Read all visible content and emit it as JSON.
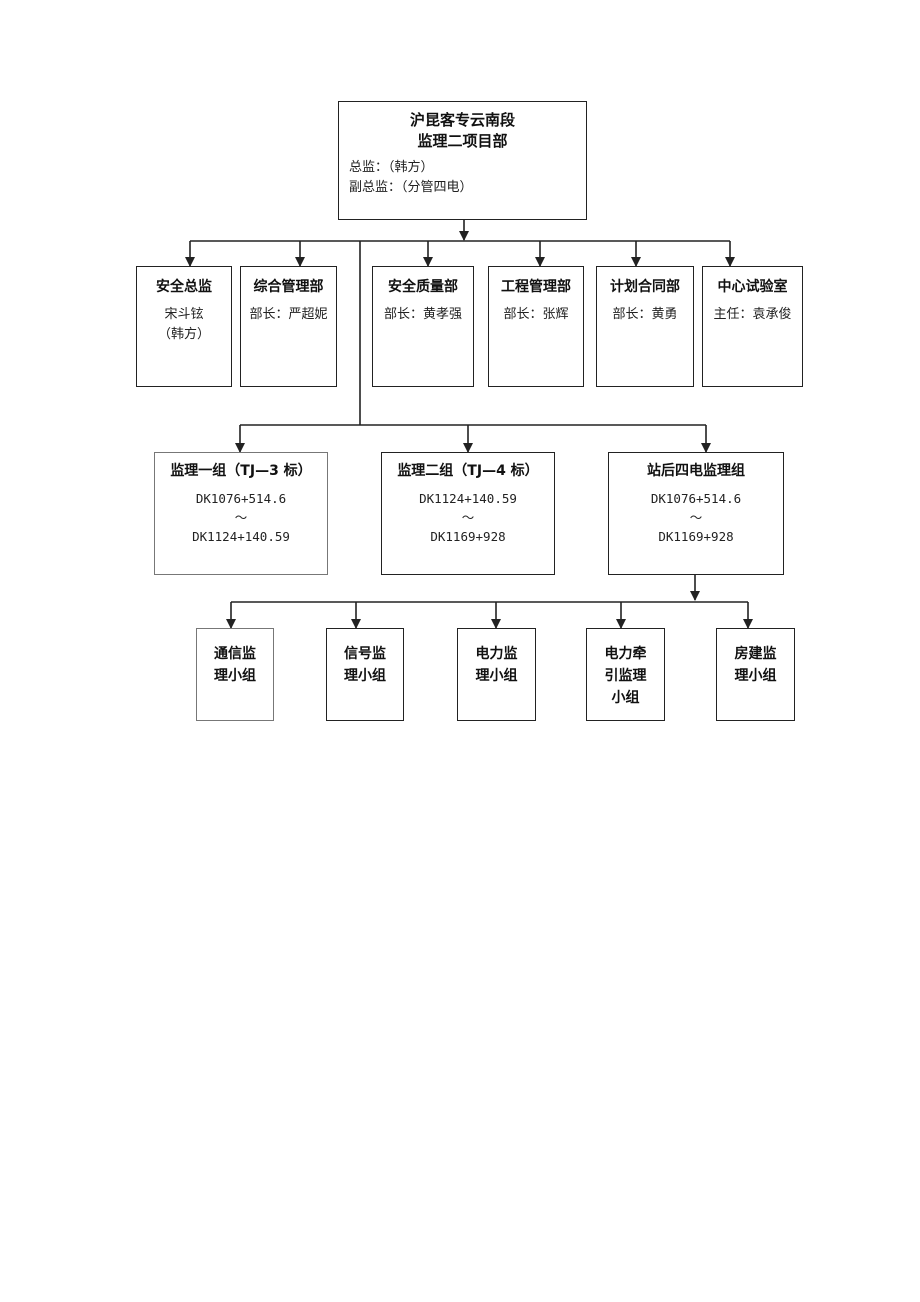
{
  "root": {
    "title_line1": "沪昆客专云南段",
    "title_line2": "监理二项目部",
    "chief": "总监：（韩方）",
    "deputy": "副总监：（分管四电）"
  },
  "departments": [
    {
      "title": "安全总监",
      "line1": "宋斗铉",
      "line2": "（韩方）"
    },
    {
      "title": "综合管理部",
      "line1": "部长：严超妮"
    },
    {
      "title": "安全质量部",
      "line1": "部长：黄孝强"
    },
    {
      "title": "工程管理部",
      "line1": "部长：张辉"
    },
    {
      "title": "计划合同部",
      "line1": "部长：黄勇"
    },
    {
      "title": "中心试验室",
      "line1": "主任：袁承俊"
    }
  ],
  "groups": [
    {
      "title": "监理一组（TJ—3 标）",
      "from": "DK1076+514.6",
      "sep": "～",
      "to": "DK1124+140.59"
    },
    {
      "title": "监理二组（TJ—4 标）",
      "from": "DK1124+140.59",
      "sep": "～",
      "to": "DK1169+928"
    },
    {
      "title": "站后四电监理组",
      "from": "DK1076+514.6",
      "sep": "～",
      "to": "DK1169+928"
    }
  ],
  "units": [
    {
      "line1": "通信监",
      "line2": "理小组"
    },
    {
      "line1": "信号监",
      "line2": "理小组"
    },
    {
      "line1": "电力监",
      "line2": "理小组"
    },
    {
      "line1": "电力牵",
      "line2": "引监理",
      "line3": "小组"
    },
    {
      "line1": "房建监",
      "line2": "理小组"
    }
  ]
}
